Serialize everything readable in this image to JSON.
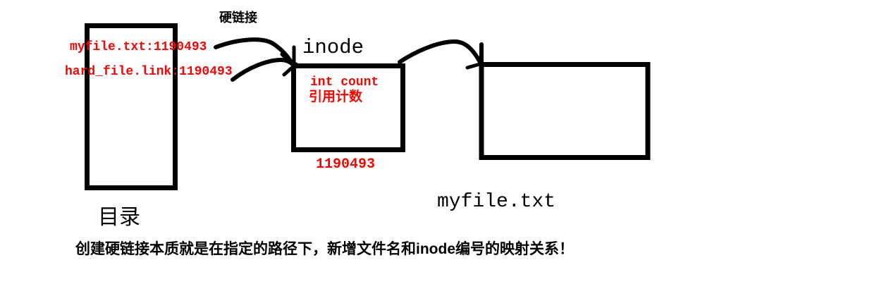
{
  "diagram": {
    "hardlink_label": "硬链接",
    "directory": {
      "label": "目录",
      "entries": [
        "myfile.txt:1190493",
        "hard_file.link:1190493"
      ]
    },
    "inode": {
      "title": "inode",
      "count_field": "int count",
      "count_caption": "引用计数",
      "number": "1190493"
    },
    "file_label": "myfile.txt",
    "note": "创建硬链接本质就是在指定的路径下，新增文件名和inode编号的映射关系！",
    "colors": {
      "ink": "#000000",
      "highlight": "#ff0000",
      "background": "#ffffff"
    }
  }
}
